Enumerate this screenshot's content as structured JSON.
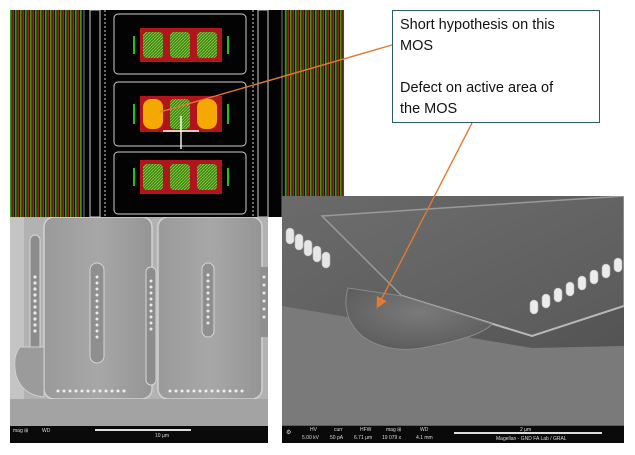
{
  "callout": {
    "line1": "Short hypothesis on this",
    "line2": "MOS",
    "line3": "Defect on active area of",
    "line4": "the MOS"
  },
  "sem_left": {
    "scale_bar_label": "10 µm",
    "mag_label": "mag ⊞",
    "wd_label": "WD"
  },
  "sem_right": {
    "hv_label": "HV",
    "hv_value": "5.00 kV",
    "curr_label": "curr",
    "curr_value": "50 pA",
    "hfw_label": "HFW",
    "hfw_value": "6.71 µm",
    "mag_label": "mag ⊞",
    "mag_value": "19 079 x",
    "wd_label": "WD",
    "wd_value": "4.1 mm",
    "scale_bar_label": "2 µm",
    "lab_label": "Magellan - GND FA Lab / GRAL"
  },
  "colors": {
    "arrow": "#e07a35",
    "callout_border": "#2f5a67",
    "layout_green": "#1ea81e",
    "layout_red": "#c8141e",
    "highlight": "#f5a800"
  }
}
